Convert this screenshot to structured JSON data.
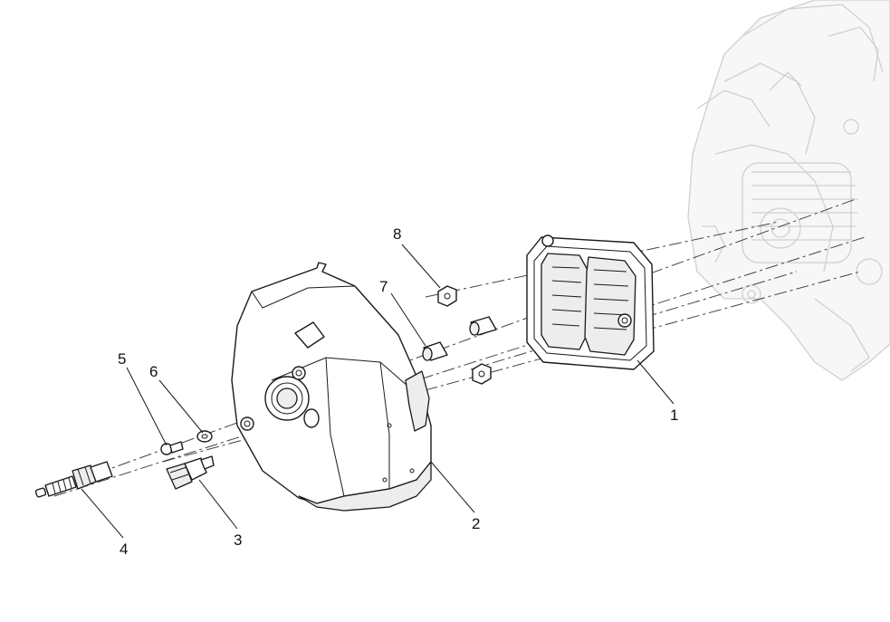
{
  "callouts": {
    "c1": "1",
    "c2": "2",
    "c3": "3",
    "c4": "4",
    "c5": "5",
    "c6": "6",
    "c7": "7",
    "c8": "8"
  },
  "colors": {
    "line": "#1a1a1a",
    "ghost": "#d0d0d0",
    "background": "#ffffff"
  }
}
